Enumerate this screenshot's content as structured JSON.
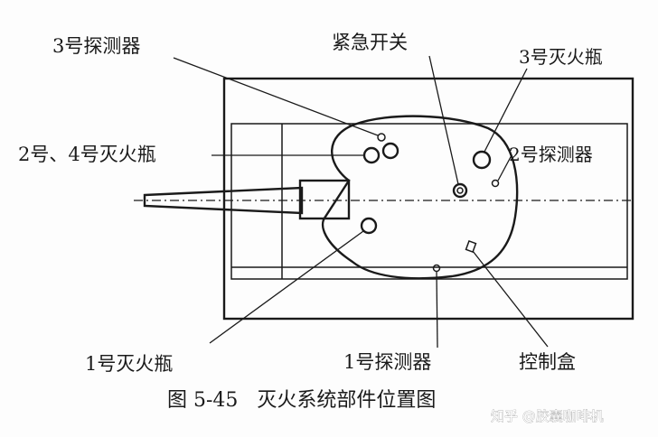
{
  "labels": {
    "detector_3": "3号探测器",
    "emergency_switch": "紧急开关",
    "extinguisher_3": "3号灭火瓶",
    "extinguisher_2_4": "2号、4号灭火瓶",
    "detector_2": "2号探测器",
    "extinguisher_1": "1号灭火瓶",
    "detector_1": "1号探测器",
    "control_box": "控制盒"
  },
  "caption": "图 5-45   灭火系统部件位置图",
  "watermark": "知乎 @胶囊咖啡机",
  "colors": {
    "ink": "#1a1a1a",
    "background": "#fdfdfd"
  }
}
